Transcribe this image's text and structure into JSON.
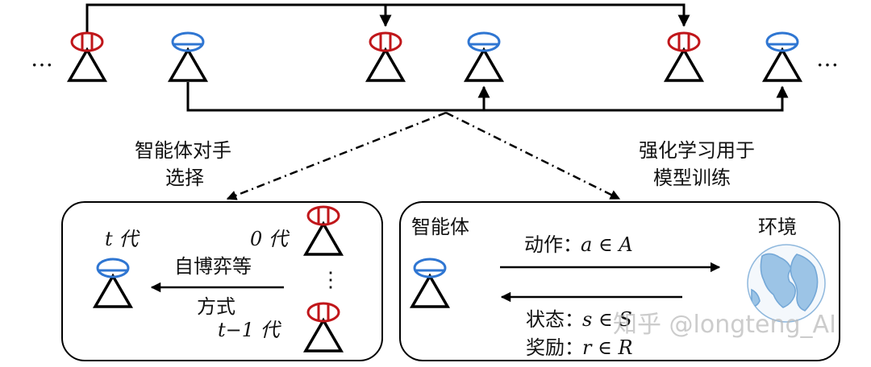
{
  "colors": {
    "red_agent": "#c0161a",
    "blue_agent": "#2f76d2",
    "line": "#000000",
    "globe": "#6aa6d8"
  },
  "population": {
    "ellipsis_left": "…",
    "ellipsis_right": "…",
    "agents": [
      {
        "type": "red"
      },
      {
        "type": "blue"
      },
      {
        "type": "red"
      },
      {
        "type": "blue"
      },
      {
        "type": "red"
      },
      {
        "type": "blue"
      }
    ]
  },
  "branches": {
    "left_label_line1": "智能体对手",
    "left_label_line2": "选择",
    "right_label_line1": "强化学习用于",
    "right_label_line2": "模型训练"
  },
  "opponent_box": {
    "current_gen": "t 代",
    "gen_zero": "0 代",
    "gen_prev": "t−1 代",
    "vdots": "⋮",
    "method_line1": "自博弈等",
    "method_line2": "方式"
  },
  "rl_box": {
    "agent_label": "智能体",
    "env_label": "环境",
    "action_label": "动作：",
    "action_math": "a ∈ A",
    "state_label": "状态：",
    "state_math": "s ∈ S",
    "reward_label": "奖励：",
    "reward_math": "r ∈ R"
  },
  "watermark": "知乎 @longteng_AI"
}
